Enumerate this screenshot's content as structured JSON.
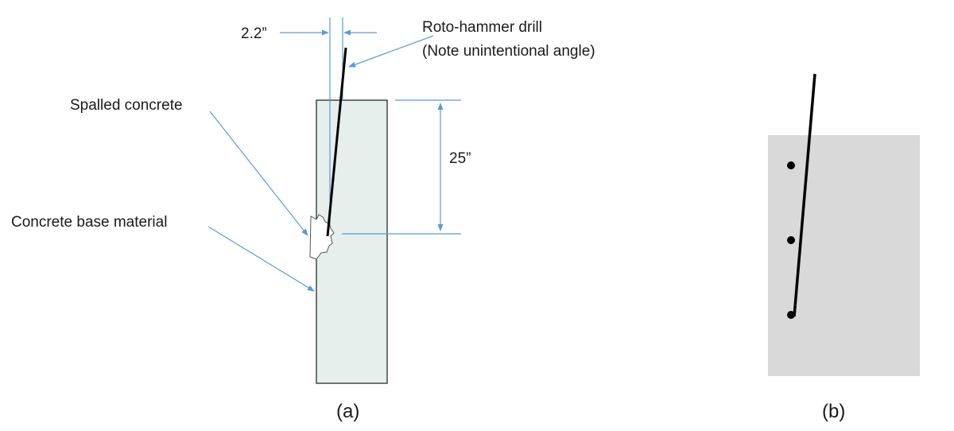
{
  "figure_a": {
    "labels": {
      "offset_dimension": "2.2”",
      "drill_title": "Roto-hammer drill",
      "drill_note": "(Note unintentional angle)",
      "spalled": "Spalled concrete",
      "base": "Concrete base material",
      "depth_dimension": "25”"
    },
    "caption": "(a)"
  },
  "figure_b": {
    "caption": "(b)"
  },
  "colors": {
    "concrete_fill": "#e6efec",
    "concrete_stroke": "#3a4a46",
    "leader": "#5b9bd5",
    "drill": "#000000",
    "panel_b_fill": "#d9d9d9"
  }
}
